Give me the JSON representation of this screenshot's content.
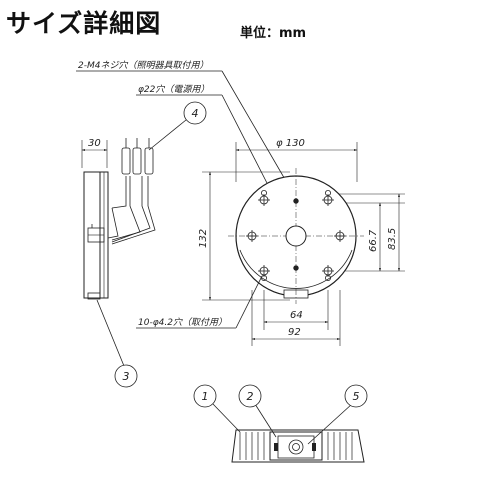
{
  "header": {
    "title": "サイズ詳細図",
    "unit": "単位：mm"
  },
  "callouts": {
    "screw": "2-M4ネジ穴（照明器具取付用）",
    "power_hole": "φ22穴（電源用）",
    "mount_holes": "10-φ4.2穴（取付用）"
  },
  "dimensions": {
    "side_width": "30",
    "diameter": "φ 130",
    "height_132": "132",
    "height_66_7": "66.7",
    "height_83_5": "83.5",
    "width_64": "64",
    "width_92": "92"
  },
  "markers": [
    "1",
    "2",
    "3",
    "4",
    "5"
  ]
}
